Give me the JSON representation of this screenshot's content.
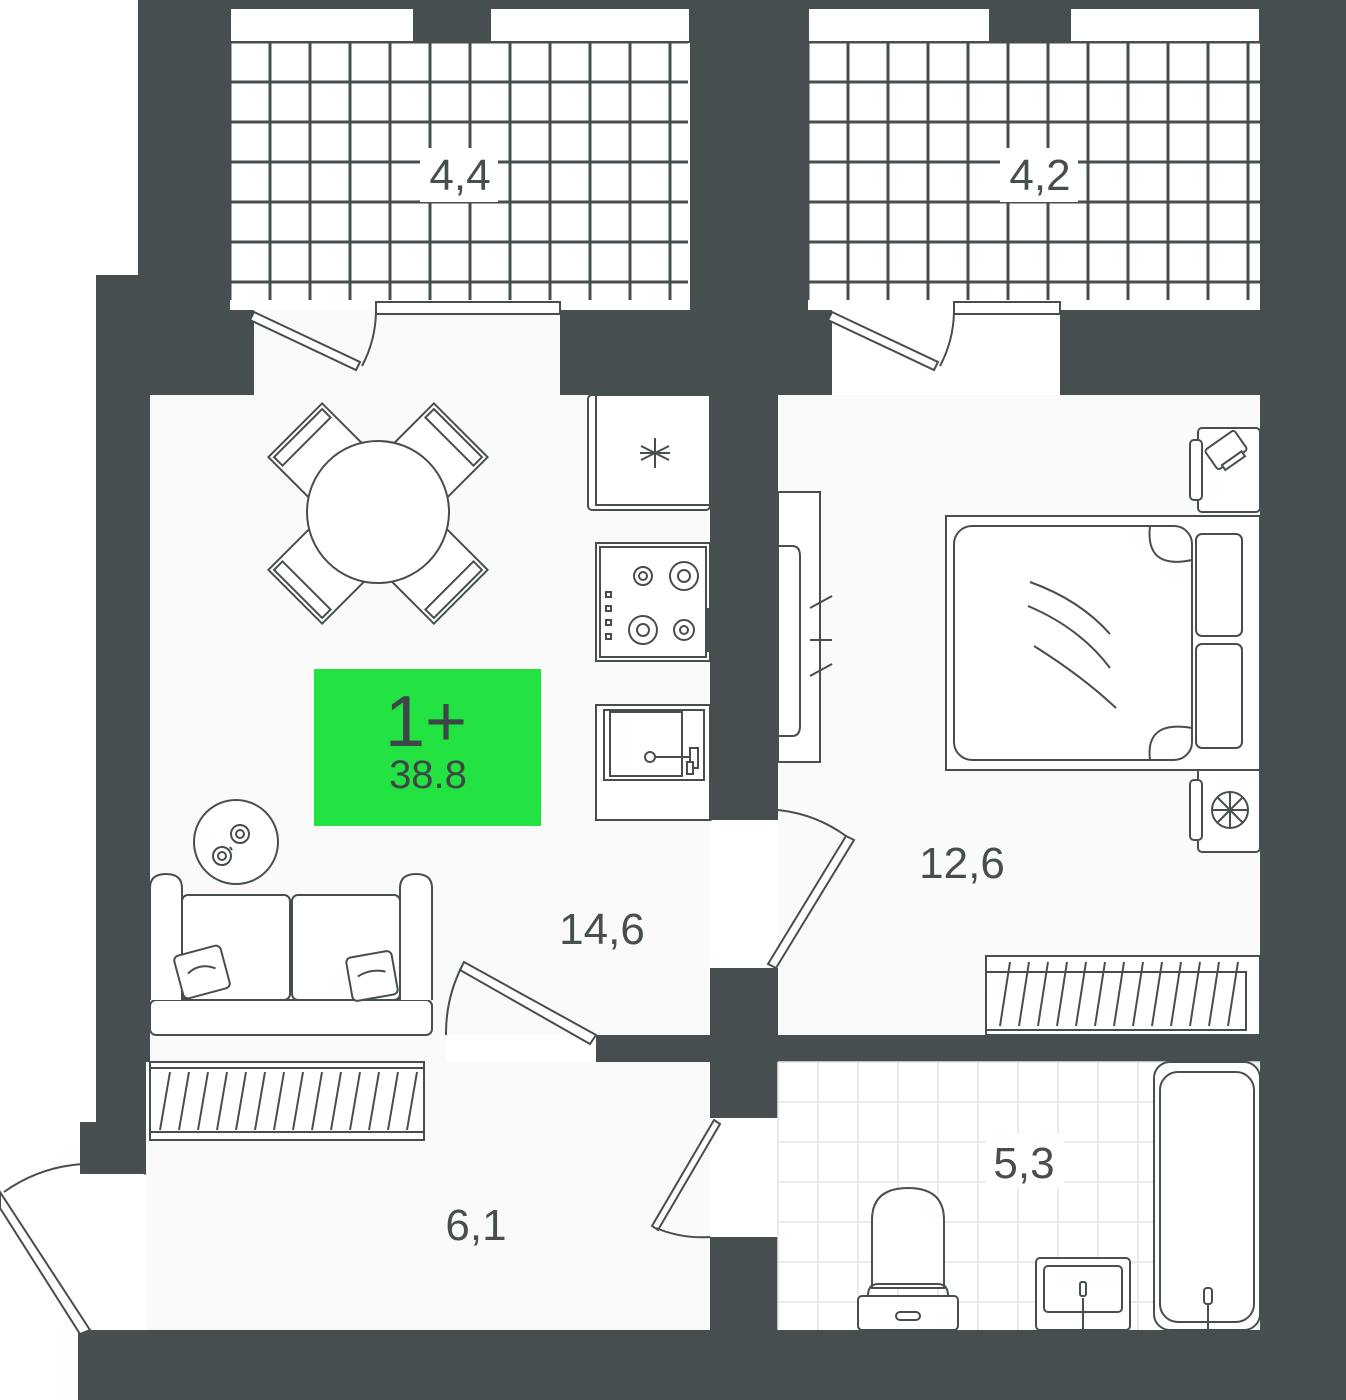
{
  "colors": {
    "wall": "#464e50",
    "floor": "#fafafa",
    "line": "#464e50",
    "badge": "#22e341",
    "tile": "#e4e6e6"
  },
  "badge": {
    "rooms": "1+",
    "area": "38.8"
  },
  "rooms": {
    "balcony_left": "4,4",
    "balcony_right": "4,2",
    "living_kitchen": "14,6",
    "bedroom": "12,6",
    "bathroom": "5,3",
    "hallway": "6,1"
  },
  "icons": [
    "dining-table-icon",
    "chair-icon",
    "fridge-icon",
    "stove-icon",
    "kitchen-sink-icon",
    "sofa-icon",
    "coffee-table-icon",
    "double-bed-icon",
    "nightstand-icon",
    "lamp-icon",
    "wardrobe-icon",
    "bathtub-icon",
    "toilet-icon",
    "washbasin-icon",
    "door-icon"
  ]
}
